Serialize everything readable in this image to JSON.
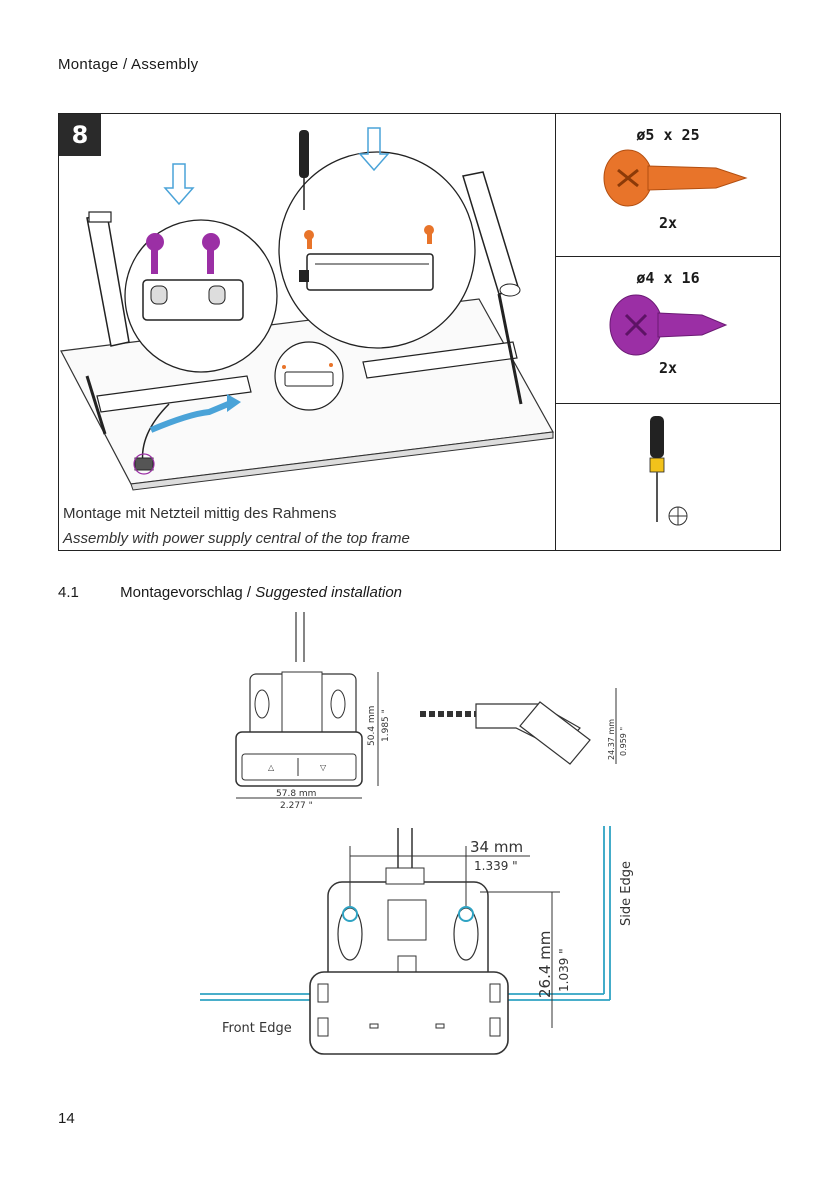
{
  "header": {
    "title": "Montage / Assembly"
  },
  "step": {
    "number": "8",
    "caption_de": "Montage mit Netzteil mittig des Rahmens",
    "caption_en": "Assembly with power supply central of the top frame"
  },
  "parts": [
    {
      "size": "ø5 x 25",
      "qty": "2x",
      "color": "#e8742a",
      "icon": "screw-icon"
    },
    {
      "size": "ø4 x 16",
      "qty": "2x",
      "color": "#9b2fa5",
      "icon": "screw-icon"
    },
    {
      "icon": "phillips-screwdriver-icon"
    }
  ],
  "section": {
    "number": "4.1",
    "title_de": "Montagevorschlag /",
    "title_en": "Suggested installation"
  },
  "dimensions": {
    "height_mm": "50.4 mm",
    "height_in": "1.985 \"",
    "width_mm": "57.8 mm",
    "width_in": "2.277 \"",
    "depth_mm": "24.37 mm",
    "depth_in": "0.959 \"",
    "hole_spacing_mm": "34 mm",
    "hole_spacing_in": "1.339 \"",
    "edge_offset_mm": "26.4 mm",
    "edge_offset_in": "1.039 \""
  },
  "edges": {
    "front": "Front Edge",
    "side": "Side Edge"
  },
  "colors": {
    "edge_line": "#2fa3c3",
    "orange_screw": "#e8742a",
    "purple_screw": "#9b2fa5"
  },
  "page": {
    "number": "14"
  }
}
